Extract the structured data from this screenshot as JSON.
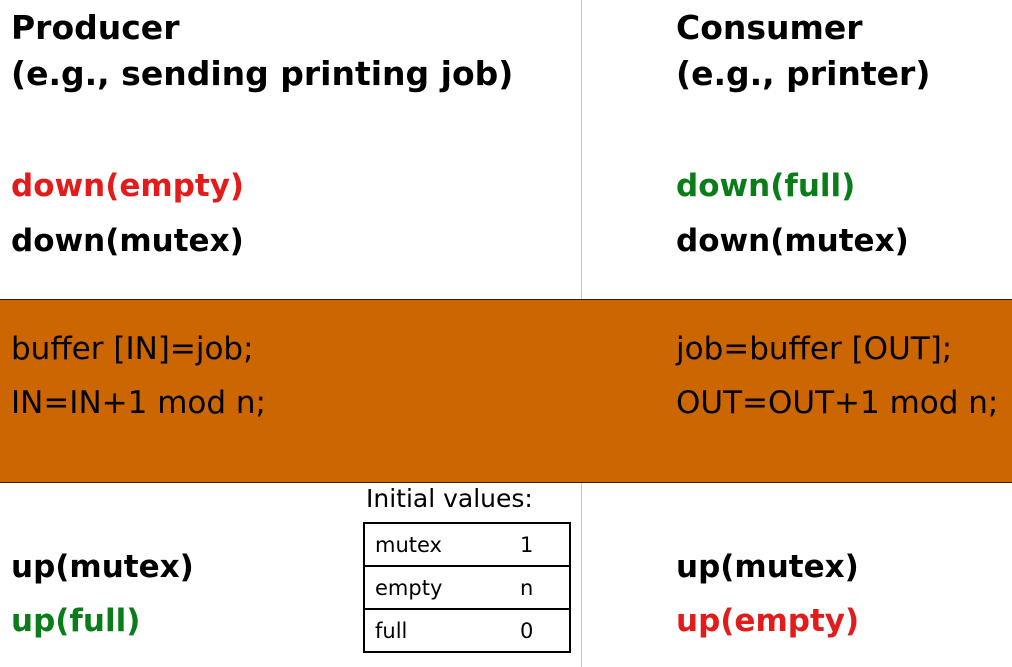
{
  "producer": {
    "title_line1": "Producer",
    "title_line2": "(e.g., sending printing job)",
    "pre_ops": [
      "down(empty)",
      "down(mutex)"
    ],
    "critical": [
      "buffer [IN]=job;",
      "IN=IN+1 mod n;"
    ],
    "post_ops": [
      "up(mutex)",
      "up(full)"
    ]
  },
  "consumer": {
    "title_line1": "Consumer",
    "title_line2": "(e.g., printer)",
    "pre_ops": [
      "down(full)",
      "down(mutex)"
    ],
    "critical": [
      "job=buffer [OUT];",
      "OUT=OUT+1 mod n;"
    ],
    "post_ops": [
      "up(mutex)",
      "up(empty)"
    ]
  },
  "initial_values": {
    "title": "Initial values:",
    "rows": [
      {
        "name": "mutex",
        "value": "1"
      },
      {
        "name": "empty",
        "value": "n"
      },
      {
        "name": "full",
        "value": "0"
      }
    ]
  },
  "colors": {
    "critical_band": "#cc6600",
    "empty_op": "#e31b1b",
    "full_op": "#0a7d1a"
  }
}
